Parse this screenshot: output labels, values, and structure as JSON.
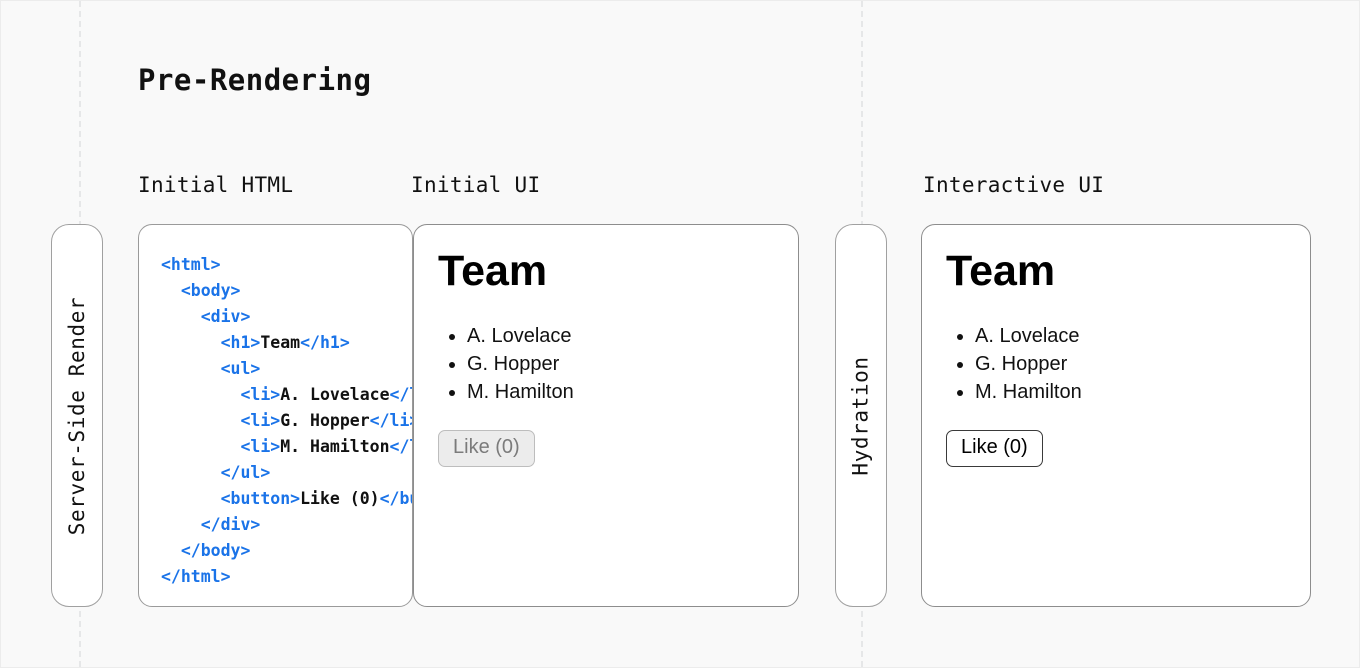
{
  "page": {
    "title": "Pre-Rendering",
    "background": "#f9f9f9",
    "accent_blue": "#1a73e8"
  },
  "guides": {
    "left_label": "guide-line-left",
    "right_label": "guide-line-right",
    "color": "#e6e7e8"
  },
  "phases": [
    {
      "id": "server-side-render",
      "label": "Server-Side Render"
    },
    {
      "id": "hydration",
      "label": "Hydration"
    }
  ],
  "columns": {
    "initial_html": "Initial HTML",
    "initial_ui": "Initial UI",
    "interactive_ui": "Interactive UI"
  },
  "code": {
    "language": "html",
    "lines": [
      {
        "indent": 0,
        "parts": [
          {
            "type": "tag",
            "text": "<html>"
          }
        ]
      },
      {
        "indent": 1,
        "parts": [
          {
            "type": "tag",
            "text": "<body>"
          }
        ]
      },
      {
        "indent": 2,
        "parts": [
          {
            "type": "tag",
            "text": "<div>"
          }
        ]
      },
      {
        "indent": 3,
        "parts": [
          {
            "type": "tag",
            "text": "<h1>"
          },
          {
            "type": "txt",
            "text": "Team"
          },
          {
            "type": "tag",
            "text": "</h1>"
          }
        ]
      },
      {
        "indent": 3,
        "parts": [
          {
            "type": "tag",
            "text": "<ul>"
          }
        ]
      },
      {
        "indent": 4,
        "parts": [
          {
            "type": "tag",
            "text": "<li>"
          },
          {
            "type": "txt",
            "text": "A. Lovelace"
          },
          {
            "type": "tag",
            "text": "</li>"
          }
        ]
      },
      {
        "indent": 4,
        "parts": [
          {
            "type": "tag",
            "text": "<li>"
          },
          {
            "type": "txt",
            "text": "G. Hopper"
          },
          {
            "type": "tag",
            "text": "</li>"
          }
        ]
      },
      {
        "indent": 4,
        "parts": [
          {
            "type": "tag",
            "text": "<li>"
          },
          {
            "type": "txt",
            "text": "M. Hamilton"
          },
          {
            "type": "tag",
            "text": "</li>"
          }
        ]
      },
      {
        "indent": 3,
        "parts": [
          {
            "type": "tag",
            "text": "</ul>"
          }
        ]
      },
      {
        "indent": 3,
        "parts": [
          {
            "type": "tag",
            "text": "<button>"
          },
          {
            "type": "txt",
            "text": "Like (0)"
          },
          {
            "type": "tag",
            "text": "</button>"
          }
        ]
      },
      {
        "indent": 2,
        "parts": [
          {
            "type": "tag",
            "text": "</div>"
          }
        ]
      },
      {
        "indent": 1,
        "parts": [
          {
            "type": "tag",
            "text": "</body>"
          }
        ]
      },
      {
        "indent": 0,
        "parts": [
          {
            "type": "tag",
            "text": "</html>"
          }
        ]
      }
    ]
  },
  "ui_initial": {
    "heading": "Team",
    "members": [
      "A. Lovelace",
      "G. Hopper",
      "M. Hamilton"
    ],
    "button": {
      "label": "Like (0)",
      "state": "disabled"
    }
  },
  "ui_interactive": {
    "heading": "Team",
    "members": [
      "A. Lovelace",
      "G. Hopper",
      "M. Hamilton"
    ],
    "button": {
      "label": "Like (0)",
      "state": "enabled"
    }
  }
}
